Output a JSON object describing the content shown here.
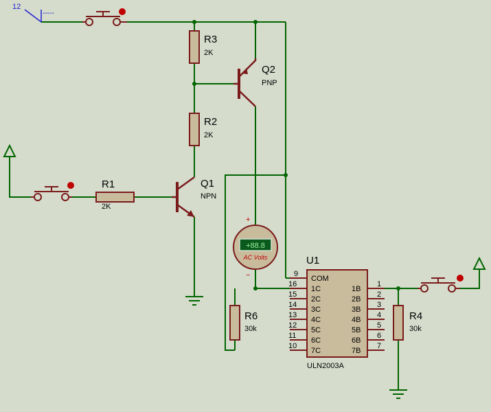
{
  "power_terminal": {
    "label": "12",
    "value": "-----"
  },
  "resistors": {
    "r1": {
      "name": "R1",
      "value": "2K"
    },
    "r2": {
      "name": "R2",
      "value": "2K"
    },
    "r3": {
      "name": "R3",
      "value": "2K"
    },
    "r4": {
      "name": "R4",
      "value": "30k"
    },
    "r6": {
      "name": "R6",
      "value": "30k"
    }
  },
  "transistors": {
    "q1": {
      "name": "Q1",
      "type": "NPN"
    },
    "q2": {
      "name": "Q2",
      "type": "PNP"
    }
  },
  "voltmeter": {
    "display": "+88.8",
    "label": "AC Volts",
    "plus": "+",
    "minus": "−"
  },
  "ic": {
    "name": "U1",
    "part": "ULN2003A",
    "com_pin": {
      "num": "9",
      "name": "COM"
    },
    "left_pins": [
      {
        "num": "16",
        "name": "1C"
      },
      {
        "num": "15",
        "name": "2C"
      },
      {
        "num": "14",
        "name": "3C"
      },
      {
        "num": "13",
        "name": "4C"
      },
      {
        "num": "12",
        "name": "5C"
      },
      {
        "num": "11",
        "name": "6C"
      },
      {
        "num": "10",
        "name": "7C"
      }
    ],
    "right_pins": [
      {
        "num": "1",
        "name": "1B"
      },
      {
        "num": "2",
        "name": "2B"
      },
      {
        "num": "3",
        "name": "3B"
      },
      {
        "num": "4",
        "name": "4B"
      },
      {
        "num": "5",
        "name": "5B"
      },
      {
        "num": "6",
        "name": "6B"
      },
      {
        "num": "7",
        "name": "7B"
      }
    ]
  },
  "colors": {
    "wire": "#006400",
    "component": "#7a1a1a",
    "body_fill": "#c9bc9d",
    "ic_fill": "#c9bc9d",
    "lcd": "#0a5a1e",
    "pin_red": "#c00000",
    "power_blue": "#2020d0",
    "background": "#d5dccc"
  }
}
